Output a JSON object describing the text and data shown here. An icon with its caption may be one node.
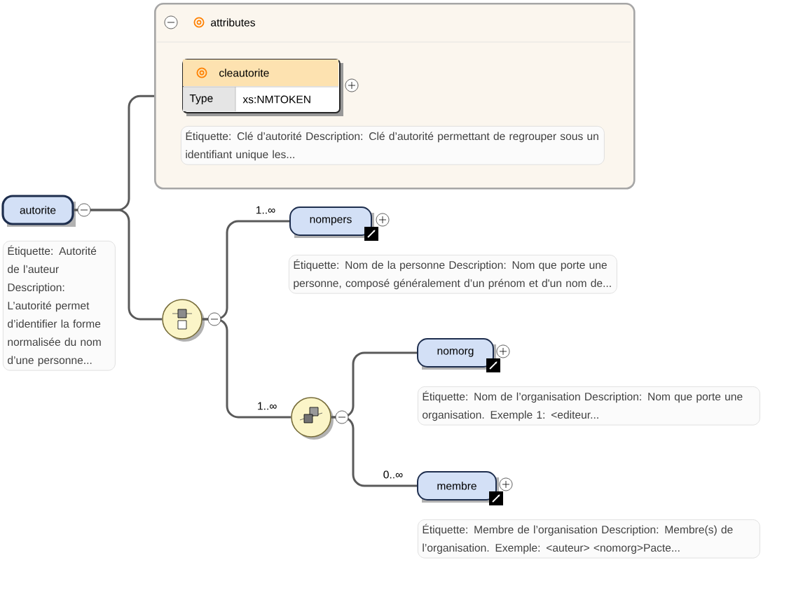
{
  "diagram": {
    "nodes": [
      {
        "text": [
          "autorite"
        ],
        "beside": [
          "Étiquette: Autorité de l’auteur Description: L’autorité permet d’identifier la forme normalisée du nom d’une personne..."
        ]
      },
      {
        "text": [
          "attributes"
        ]
      },
      {
        "text": [
          "cleautorite",
          "Type",
          "xs:NMTOKEN"
        ],
        "in": 1,
        "beside": [
          "Étiquette: Clé d’autorité Description: Clé d’autorité permettant de regrouper sous un identifiant unique les..."
        ]
      },
      {
        "text": [],
        "shape": "circle"
      },
      {
        "text": [
          "nompers"
        ],
        "beside": [
          "Étiquette: Nom de la personne Description: Nom que porte une personne, composé généralement d’un prénom et d'un nom de..."
        ]
      },
      {
        "text": [],
        "shape": "circle"
      },
      {
        "text": [
          "nomorg"
        ],
        "beside": [
          "Étiquette: Nom de l’organisation Description: Nom que porte une organisation. Exemple 1: <editeur..."
        ]
      },
      {
        "text": [
          "membre"
        ],
        "beside": [
          "Étiquette: Membre de l’organisation Description: Membre(s) de l’organisation. Exemple: <auteur> <nomorg>Pacte..."
        ]
      }
    ],
    "edges": [
      {
        "from": 0,
        "to": 1,
        "arrow": "none"
      },
      {
        "from": 0,
        "to": 3,
        "arrow": "none"
      },
      {
        "from": 3,
        "to": 4,
        "arrow": "none",
        "label": "1..∞"
      },
      {
        "from": 3,
        "to": 5,
        "arrow": "none",
        "label": "1..∞"
      },
      {
        "from": 5,
        "to": 6,
        "arrow": "none"
      },
      {
        "from": 5,
        "to": 7,
        "arrow": "none",
        "label": "0..∞"
      }
    ]
  }
}
